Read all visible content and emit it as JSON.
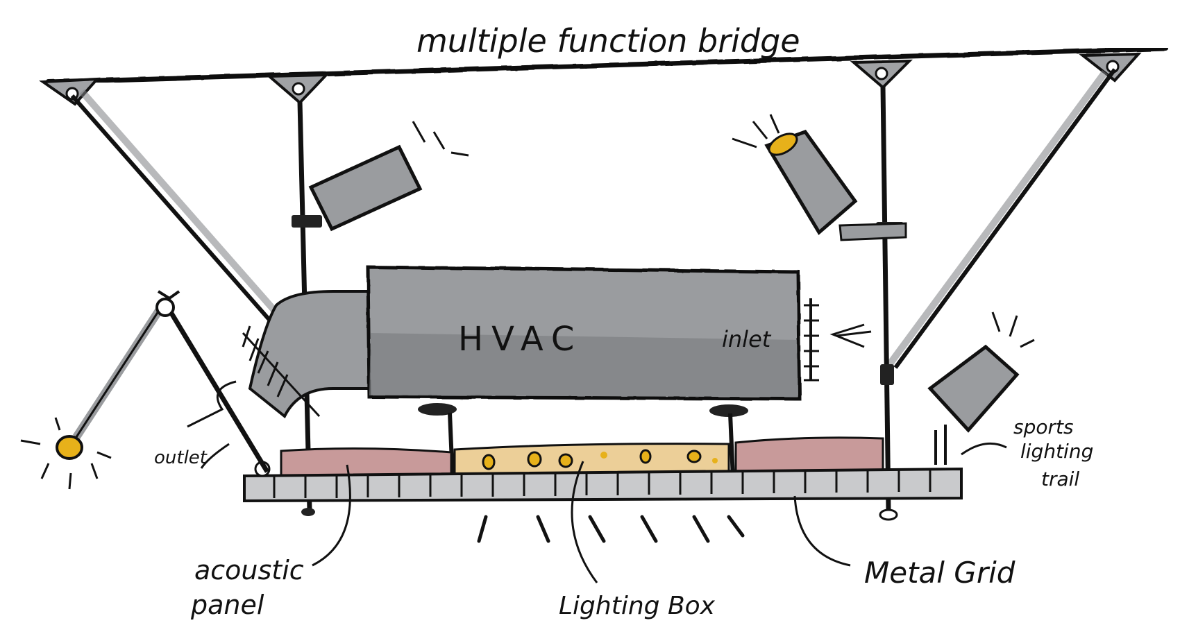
{
  "labels": {
    "title": "multiple function bridge",
    "hvac": "HVAC",
    "inlet": "inlet",
    "outlet": "outlet",
    "sports_lighting_line1": "sports",
    "sports_lighting_line2": "lighting",
    "sports_lighting_line3": "trail",
    "acoustic_panel_line1": "acoustic",
    "acoustic_panel_line2": "panel",
    "lighting_box": "Lighting Box",
    "metal_grid": "Metal Grid"
  },
  "colors": {
    "ink": "#111111",
    "steel_gray": "#9a9c9f",
    "steel_gray_dark": "#7e8083",
    "acoustic_pink": "#c89a9a",
    "lighting_box_fill": "#eccf98",
    "light_yellow": "#e7b11a",
    "grid_gray": "#c9cacc"
  }
}
